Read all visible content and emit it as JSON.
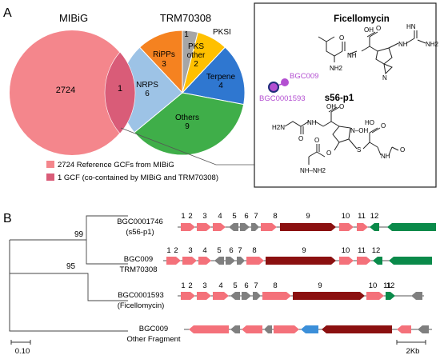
{
  "panelA": {
    "label": "A",
    "venn": {
      "mibig_title": "MIBiG",
      "mibig_count": "2724",
      "overlap_count": "1",
      "trm_title": "TRM70308"
    },
    "pie_slices": [
      {
        "name": "PKSI",
        "count": "1",
        "value": 1,
        "color": "#a6a6a6"
      },
      {
        "name": "PKS other",
        "count": "2",
        "value": 2,
        "color": "#ffc000"
      },
      {
        "name": "Terpene",
        "count": "4",
        "value": 4,
        "color": "#2f77d0"
      },
      {
        "name": "Others",
        "count": "9",
        "value": 9,
        "color": "#3fae49"
      },
      {
        "name": "NRPS",
        "count": "6",
        "value": 6,
        "color": "#9dc3e6"
      },
      {
        "name": "RiPPs",
        "count": "3",
        "value": 3,
        "color": "#f58220"
      }
    ],
    "legend": [
      {
        "text": "2724 Reference GCFs from MIBiG",
        "color": "#f4868c"
      },
      {
        "text": "1 GCF (co-contained by MIBiG and TRM70308)",
        "color": "#d95c78"
      }
    ],
    "network": {
      "node1": "BGC009",
      "node2": "BGC0001593"
    },
    "box": {
      "compound1": "Ficellomycin",
      "compound2": "s56-p1"
    },
    "chem_labels": {
      "oh": "OH",
      "nh": "NH",
      "nh2": "NH2",
      "n": "N",
      "h2n": "H2N",
      "hn": "HN",
      "noh": "N–OH",
      "ho": "HO",
      "s": "S",
      "nhnh2": "NH–NH2",
      "o": "O",
      "h": "H"
    }
  },
  "panelB": {
    "label": "B",
    "bootstrap": [
      "99",
      "95"
    ],
    "scale_tree": "0.10",
    "scale_genes": "2Kb",
    "clusters": [
      {
        "line1": "BGC0001746",
        "line2": "(s56-p1)",
        "numbers": [
          "1",
          "2",
          "3",
          "4",
          "5",
          "6",
          "7",
          "8",
          "9",
          "10",
          "11",
          "12"
        ]
      },
      {
        "line1": "BGC009",
        "line2": "TRM70308",
        "numbers": [
          "1",
          "2",
          "3",
          "4",
          "5",
          "6",
          "7",
          "8",
          "9",
          "10",
          "11",
          "12"
        ]
      },
      {
        "line1": "BGC0001593",
        "line2": "(Ficellomycin)",
        "numbers": [
          "1",
          "2",
          "3",
          "4",
          "5",
          "6",
          "7",
          "8",
          "9",
          "10",
          "11",
          "12"
        ]
      },
      {
        "line1": "BGC009",
        "line2": "Other Fragment",
        "numbers": []
      }
    ]
  },
  "colors": {
    "venn_mibig": "#f4868c",
    "venn_overlap": "#d95c78",
    "gene_pink": "#f4717a",
    "gene_grey": "#7f7f7f",
    "gene_darkred": "#8b1010",
    "gene_green": "#0a8a4a",
    "gene_blue": "#3b8fd9",
    "node": "#b34fd1",
    "node_dark": "#1f2d7a"
  }
}
